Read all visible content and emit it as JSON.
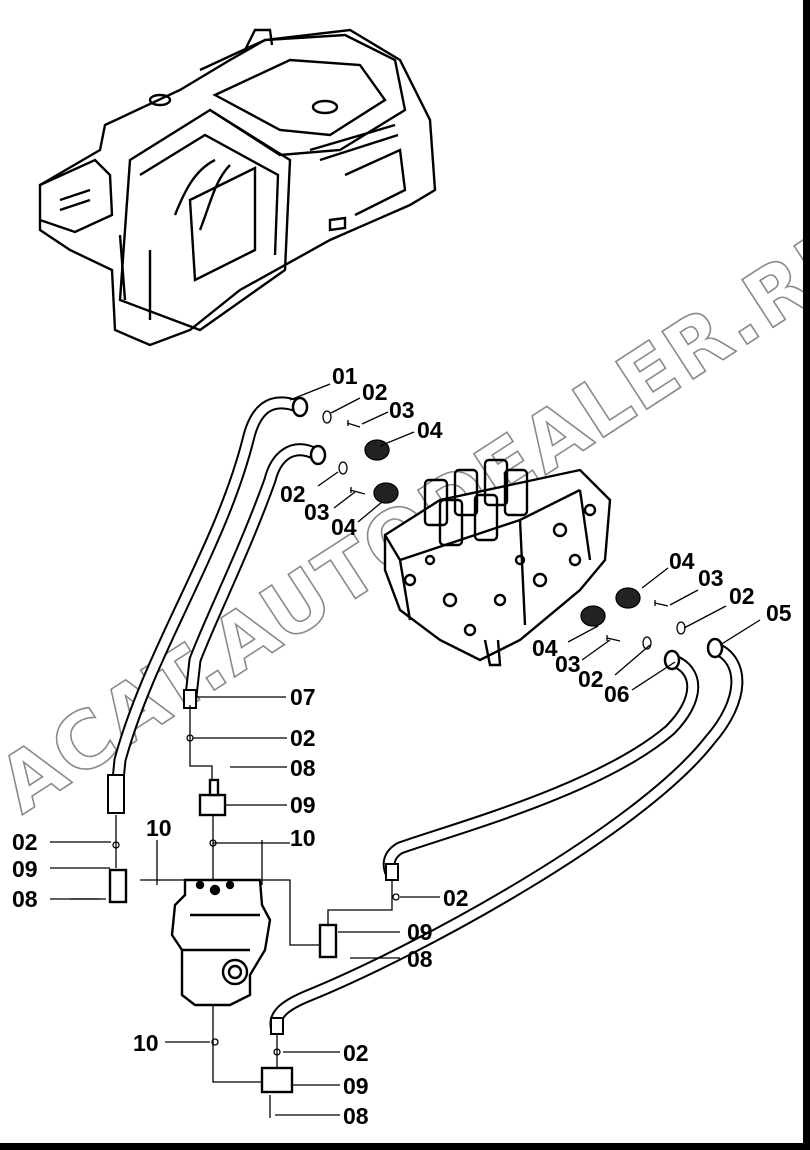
{
  "watermark": "ACAT.AUTODEALER.RU",
  "callouts": {
    "c01": "01",
    "c02a": "02",
    "c03a": "03",
    "c04a": "04",
    "c02b": "02",
    "c03b": "03",
    "c04b": "04",
    "c04c": "04",
    "c03c": "03",
    "c02c": "02",
    "c05": "05",
    "c04d": "04",
    "c03d": "03",
    "c02d": "02",
    "c06": "06",
    "c07": "07",
    "c02e": "02",
    "c08a": "08",
    "c09a": "09",
    "c10a": "10",
    "c10b": "10",
    "c02f": "02",
    "c09b": "09",
    "c08b": "08",
    "c02g": "02",
    "c09c": "09",
    "c08c": "08",
    "c10c": "10",
    "c02h": "02",
    "c09d": "09",
    "c08d": "08"
  },
  "icons": {
    "machine": "excavator-illustration-icon",
    "valve": "control-valve-icon",
    "swivel": "swivel-joint-icon"
  }
}
